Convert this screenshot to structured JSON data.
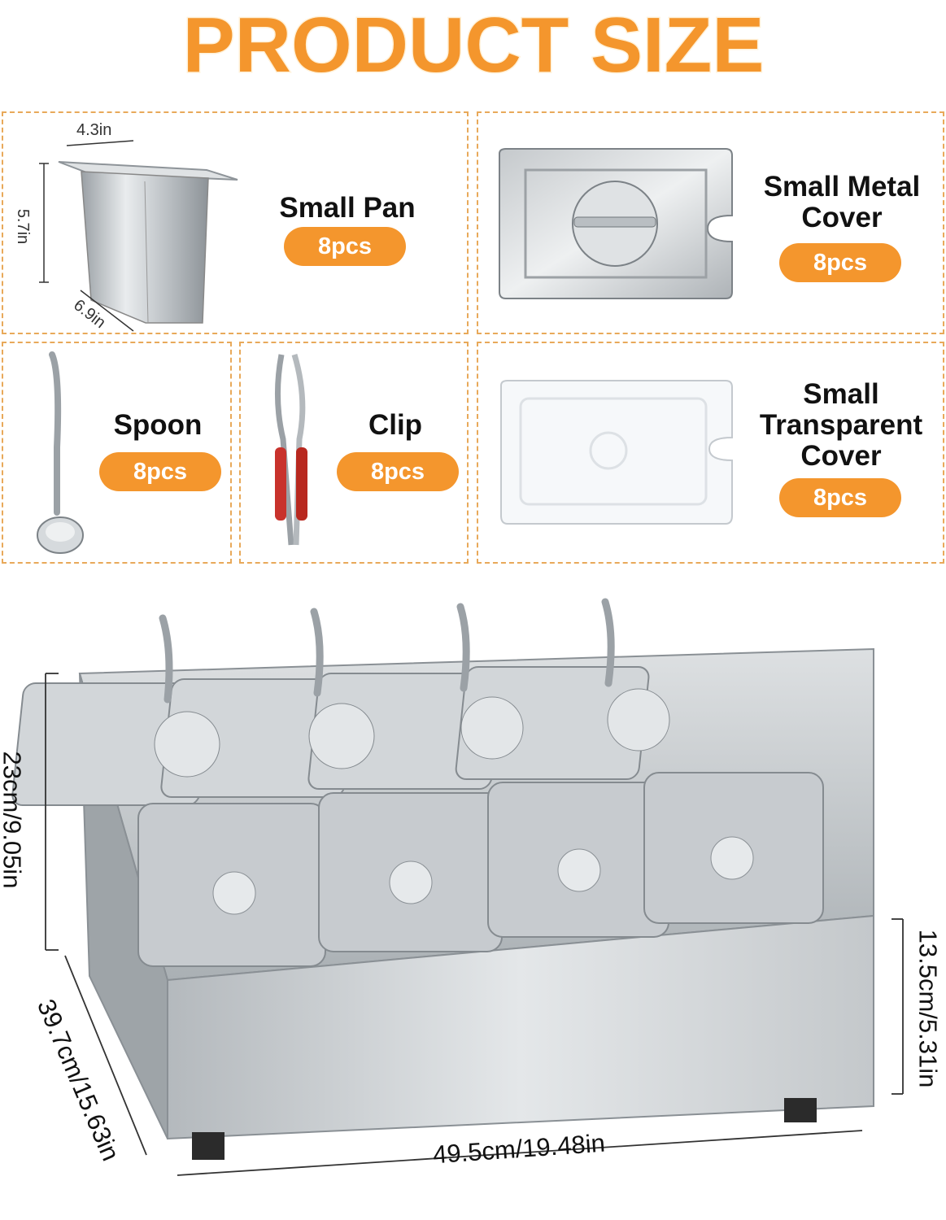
{
  "header": {
    "title": "PRODUCT SIZE",
    "title_color": "#f4962d"
  },
  "accessories": [
    {
      "name": "Small Pan",
      "qty": "8pcs"
    },
    {
      "name_lines": [
        "Small Metal",
        "Cover"
      ],
      "qty": "8pcs"
    },
    {
      "name": "Spoon",
      "qty": "8pcs"
    },
    {
      "name": "Clip",
      "qty": "8pcs"
    },
    {
      "name_lines": [
        "Small",
        "Transparent",
        "Cover"
      ],
      "qty": "8pcs"
    }
  ],
  "pan_dimensions": {
    "width": "4.3in",
    "height": "5.7in",
    "length": "6.9in"
  },
  "unit_dimensions": {
    "height": "23cm/9.05in",
    "depth": "39.7cm/15.63in",
    "width": "49.5cm/19.48in",
    "base_height": "13.5cm/5.31in"
  },
  "colors": {
    "accent": "#f4962d",
    "dashed_border": "#e8a95a",
    "steel": "#c8ccd0"
  }
}
